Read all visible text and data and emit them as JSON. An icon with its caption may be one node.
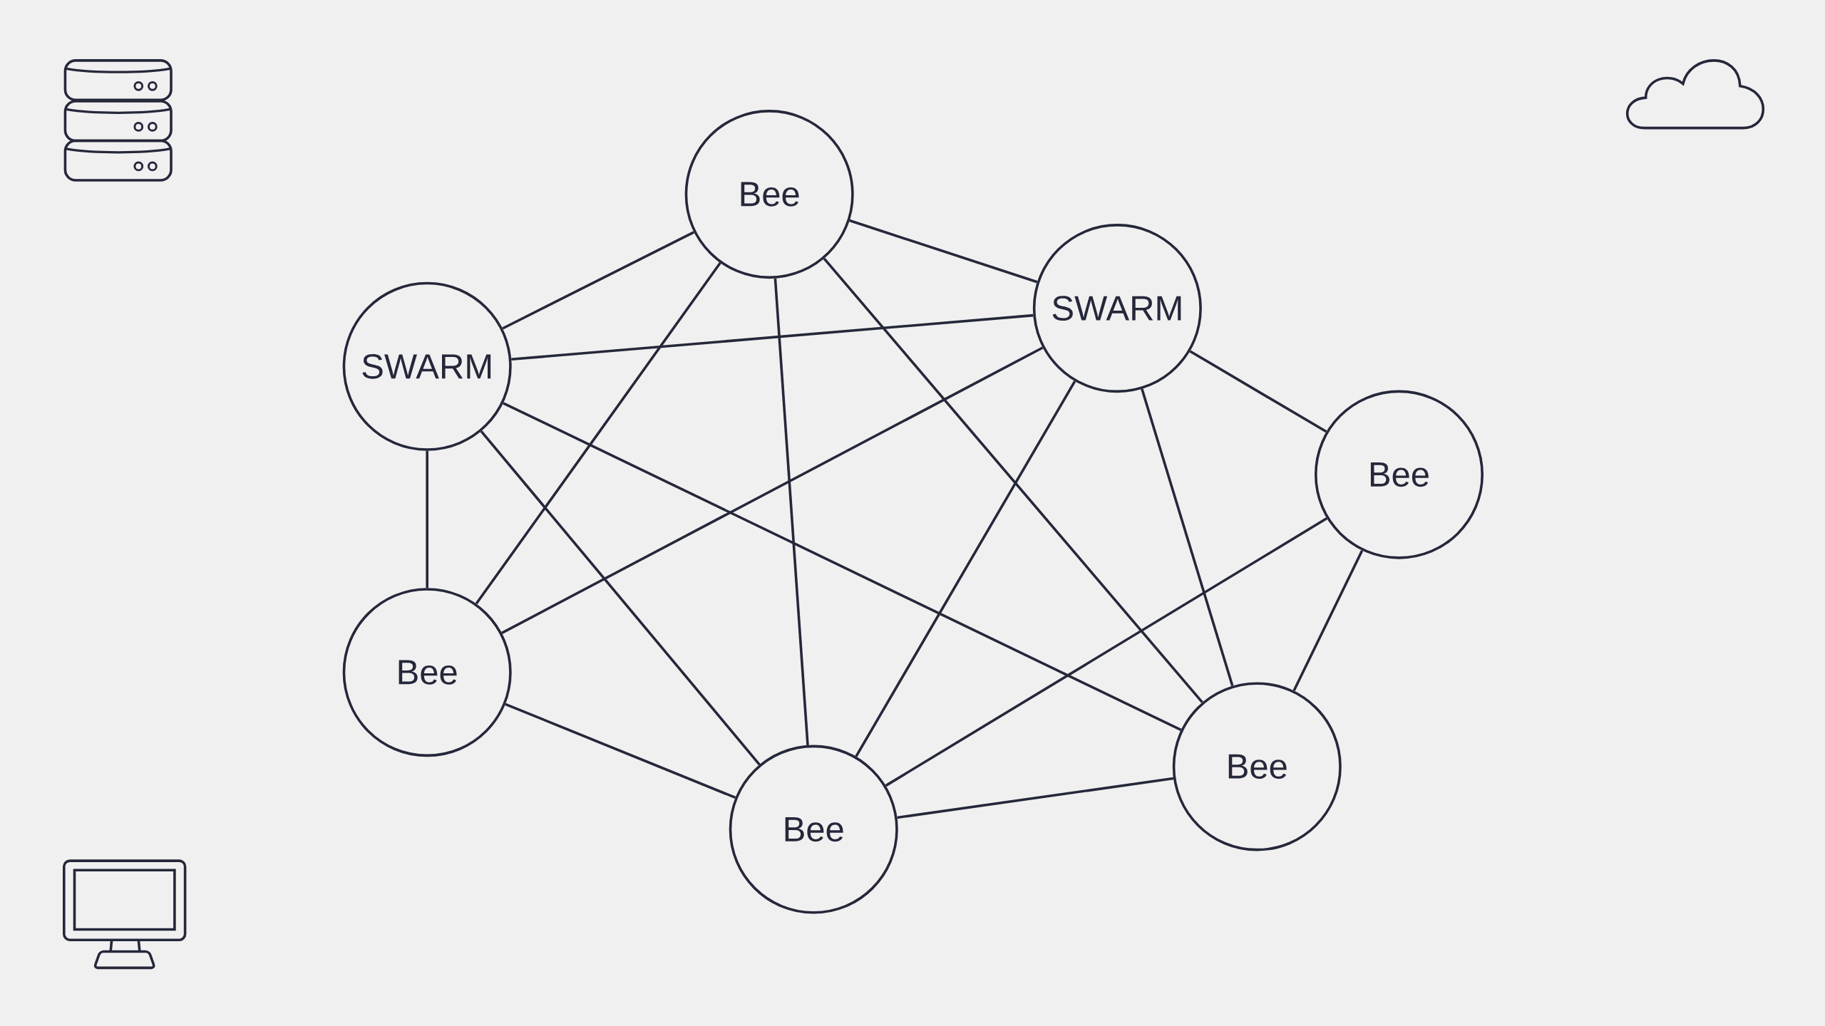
{
  "diagram": {
    "nodes": [
      {
        "text": [
          "Bee"
        ]
      },
      {
        "text": [
          "SWARM"
        ]
      },
      {
        "text": [
          "SWARM"
        ]
      },
      {
        "text": [
          "Bee"
        ]
      },
      {
        "text": [
          "Bee"
        ]
      },
      {
        "text": [
          "Bee"
        ]
      },
      {
        "text": [
          "Bee"
        ]
      }
    ],
    "edges": [
      {
        "from": 0,
        "to": 1,
        "arrow": "none"
      },
      {
        "from": 0,
        "to": 2,
        "arrow": "none"
      },
      {
        "from": 0,
        "to": 4,
        "arrow": "none"
      },
      {
        "from": 0,
        "to": 5,
        "arrow": "none"
      },
      {
        "from": 0,
        "to": 6,
        "arrow": "none"
      },
      {
        "from": 1,
        "to": 2,
        "arrow": "none"
      },
      {
        "from": 1,
        "to": 4,
        "arrow": "none"
      },
      {
        "from": 1,
        "to": 5,
        "arrow": "none"
      },
      {
        "from": 1,
        "to": 6,
        "arrow": "none"
      },
      {
        "from": 2,
        "to": 4,
        "arrow": "none"
      },
      {
        "from": 2,
        "to": 5,
        "arrow": "none"
      },
      {
        "from": 2,
        "to": 6,
        "arrow": "none"
      },
      {
        "from": 2,
        "to": 3,
        "arrow": "none"
      },
      {
        "from": 3,
        "to": 5,
        "arrow": "none"
      },
      {
        "from": 3,
        "to": 6,
        "arrow": "none"
      },
      {
        "from": 4,
        "to": 5,
        "arrow": "none"
      },
      {
        "from": 5,
        "to": 6,
        "arrow": "none"
      }
    ]
  }
}
